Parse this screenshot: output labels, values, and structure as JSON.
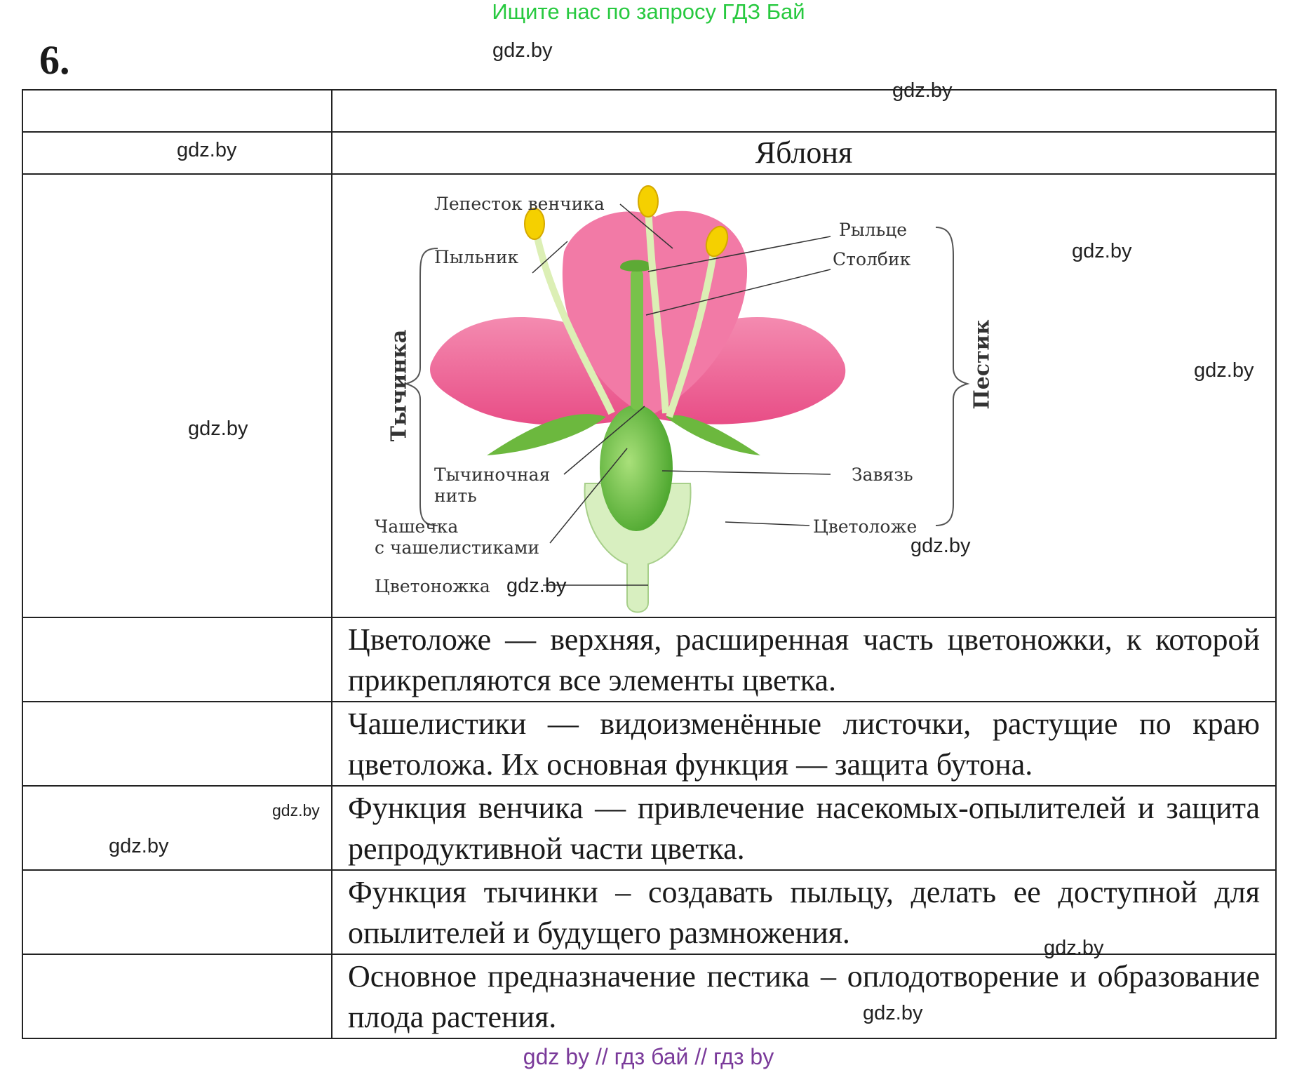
{
  "banner": "Ищите нас по запросу ГДЗ Бай",
  "task_number": "6.",
  "watermark": "gdz.by",
  "table": {
    "title": "Яблоня",
    "diagram_labels": {
      "petal": "Лепесток венчика",
      "anther": "Пыльник",
      "stigma": "Рыльце",
      "style": "Столбик",
      "stamen": "Тычинка",
      "pistil": "Пестик",
      "filament_1": "Тычиночная",
      "filament_2": "нить",
      "ovary": "Завязь",
      "calyx_1": "Чашечка",
      "calyx_2": "с чашелистиками",
      "receptacle": "Цветоложе",
      "pedicel": "Цветоножка"
    },
    "rows": [
      "Цветоложе — верхняя, расширенная часть цветоножки, к которой прикрепляются все элементы цветка.",
      "Чашелистики — видоизменённые листочки, растущие по краю цветоложа. Их основная функция — защита бутона.",
      "Функция венчика — привлечение насекомых-опылителей и защита репродуктивной части цветка.",
      "Функция тычинки – создавать пыльцу, делать ее доступной для опылителей и будущего размножения.",
      "Основное предназначение пестика – оплодотворение и образование плода растения."
    ]
  },
  "footer": "gdz by  //  гдз бай  //  гдз by",
  "colors": {
    "banner": "#27c93f",
    "footer": "#7a3a9a",
    "petal": "#f06a9a",
    "stem_green": "#7cc04a",
    "anther_yellow": "#f5d000"
  }
}
